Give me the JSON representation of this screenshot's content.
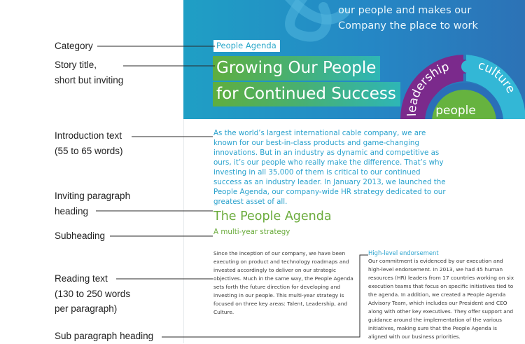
{
  "annotations": {
    "category": "Category",
    "story_title": [
      "Story title,",
      "short but inviting"
    ],
    "introduction": [
      "Introduction text",
      "(55 to 65 words)"
    ],
    "inviting_heading": [
      "Inviting paragraph",
      "heading"
    ],
    "subheading": "Subheading",
    "reading_text": [
      "Reading text",
      "(130 to 250 words",
      "per paragraph)"
    ],
    "sub_paragraph_heading": "Sub paragraph heading"
  },
  "hero": {
    "top_text": [
      "our people and makes our",
      "Company the place to work"
    ],
    "category": "People Agenda",
    "title_lines": [
      "Growing Our People",
      "for Continued Success"
    ],
    "wheel_labels": {
      "leadership": "leadership",
      "culture": "culture",
      "people": "people"
    },
    "colors": {
      "purple": "#7b2a8c",
      "teal": "#33b7d6",
      "green": "#66b33f",
      "blue_ring": "#2a6fb8"
    }
  },
  "article": {
    "intro": "As the world’s largest international cable company, we are known for our best-in-class products and game-changing innovations. But in an industry as dynamic and competitive as ours, it’s our people who really make the difference. That’s why investing in all 35,000 of them is critical to our continued success as an industry leader. In January 2013, we launched the People Agenda, our company-wide HR strategy dedicated to our greatest asset of all.",
    "heading": "The People Agenda",
    "subheading": "A multi-year strategy",
    "reading_text": "Since the inception of our company, we have been executing on product and technology roadmaps and invested accordingly to deliver on our strategic objectives. Much in the same way, the People Agenda sets forth the future direction for developing and investing in our people. This multi-year strategy is focused on three key areas: Talent, Leadership, and Culture.",
    "sub_heading": "High-level endorsement",
    "sub_text": "Our commitment is evidenced by our execution and high-level endorsement. In 2013, we had 45 human resources (HR) leaders from 17 countries working on six execution teams that focus on specific initiatives tied to the agenda. In addition, we created a People Agenda Advisory Team, which includes our President and CEO along with other key executives. They offer support and guidance around the implementation of the various initiatives, making sure that the People Agenda is aligned with our business priorities."
  }
}
